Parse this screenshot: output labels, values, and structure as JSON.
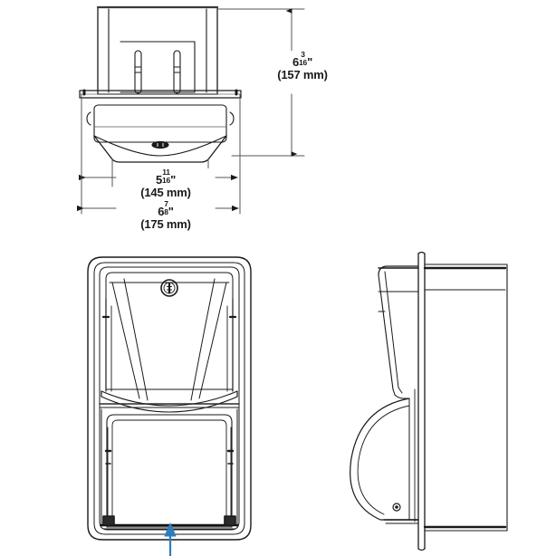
{
  "drawing": {
    "title": "Toilet tissue dispenser technical drawing",
    "background_color": "#ffffff",
    "line_color": "#1a1a1a",
    "accent_color": "#2e7ebf",
    "views": [
      {
        "name": "top-view",
        "label": ""
      },
      {
        "name": "front-view",
        "label": ""
      },
      {
        "name": "side-view",
        "label": ""
      }
    ]
  },
  "dimensions": {
    "height": {
      "name": "overall-height",
      "inches_whole": "6",
      "inches_num": "3",
      "inches_den": "16",
      "inches_mark": "\"",
      "metric": "(157 mm)"
    },
    "width_inner": {
      "name": "inner-width",
      "inches_whole": "5",
      "inches_num": "11",
      "inches_den": "16",
      "inches_mark": "\"",
      "metric": "(145 mm)"
    },
    "width_outer": {
      "name": "outer-width",
      "inches_whole": "6",
      "inches_num": "7",
      "inches_den": "8",
      "inches_mark": "\"",
      "metric": "(175 mm)"
    }
  },
  "features": {
    "lock": "tumbler-lock",
    "mount_slots": 2,
    "bottom_indicator": "paper-feed-arrow",
    "side_screw": "retaining-screw"
  }
}
